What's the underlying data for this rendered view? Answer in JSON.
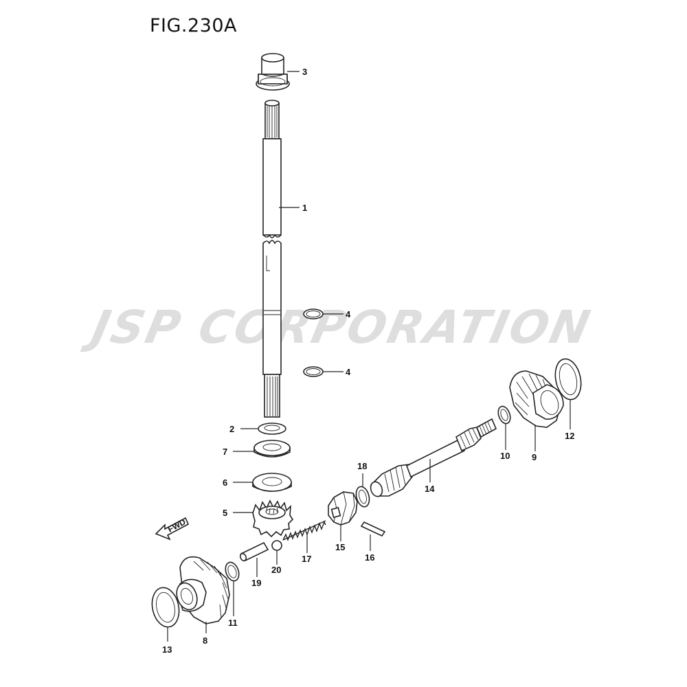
{
  "figure": {
    "title": "FIG.230A"
  },
  "watermark": {
    "text": "JSP CORPORATION"
  },
  "direction_marker": {
    "label": "FWD"
  },
  "callouts": [
    {
      "id": "c1",
      "label": "1"
    },
    {
      "id": "c2",
      "label": "2"
    },
    {
      "id": "c3",
      "label": "3"
    },
    {
      "id": "c4a",
      "label": "4"
    },
    {
      "id": "c4b",
      "label": "4"
    },
    {
      "id": "c5",
      "label": "5"
    },
    {
      "id": "c6",
      "label": "6"
    },
    {
      "id": "c7",
      "label": "7"
    },
    {
      "id": "c8",
      "label": "8"
    },
    {
      "id": "c9",
      "label": "9"
    },
    {
      "id": "c10",
      "label": "10"
    },
    {
      "id": "c11",
      "label": "11"
    },
    {
      "id": "c12",
      "label": "12"
    },
    {
      "id": "c13",
      "label": "13"
    },
    {
      "id": "c14",
      "label": "14"
    },
    {
      "id": "c15",
      "label": "15"
    },
    {
      "id": "c16",
      "label": "16"
    },
    {
      "id": "c17",
      "label": "17"
    },
    {
      "id": "c18",
      "label": "18"
    },
    {
      "id": "c19",
      "label": "19"
    },
    {
      "id": "c20",
      "label": "20"
    }
  ]
}
